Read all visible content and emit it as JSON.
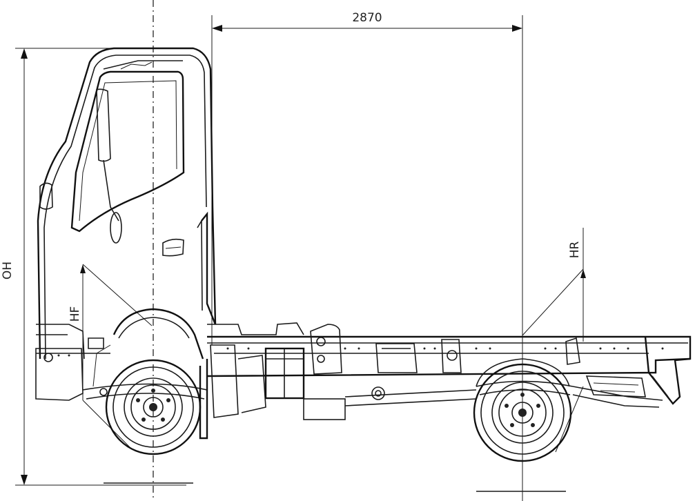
{
  "dimensions": {
    "wheelbase": "2870",
    "overall_height": "OH",
    "front_height": "HF",
    "rear_height": "HR"
  }
}
